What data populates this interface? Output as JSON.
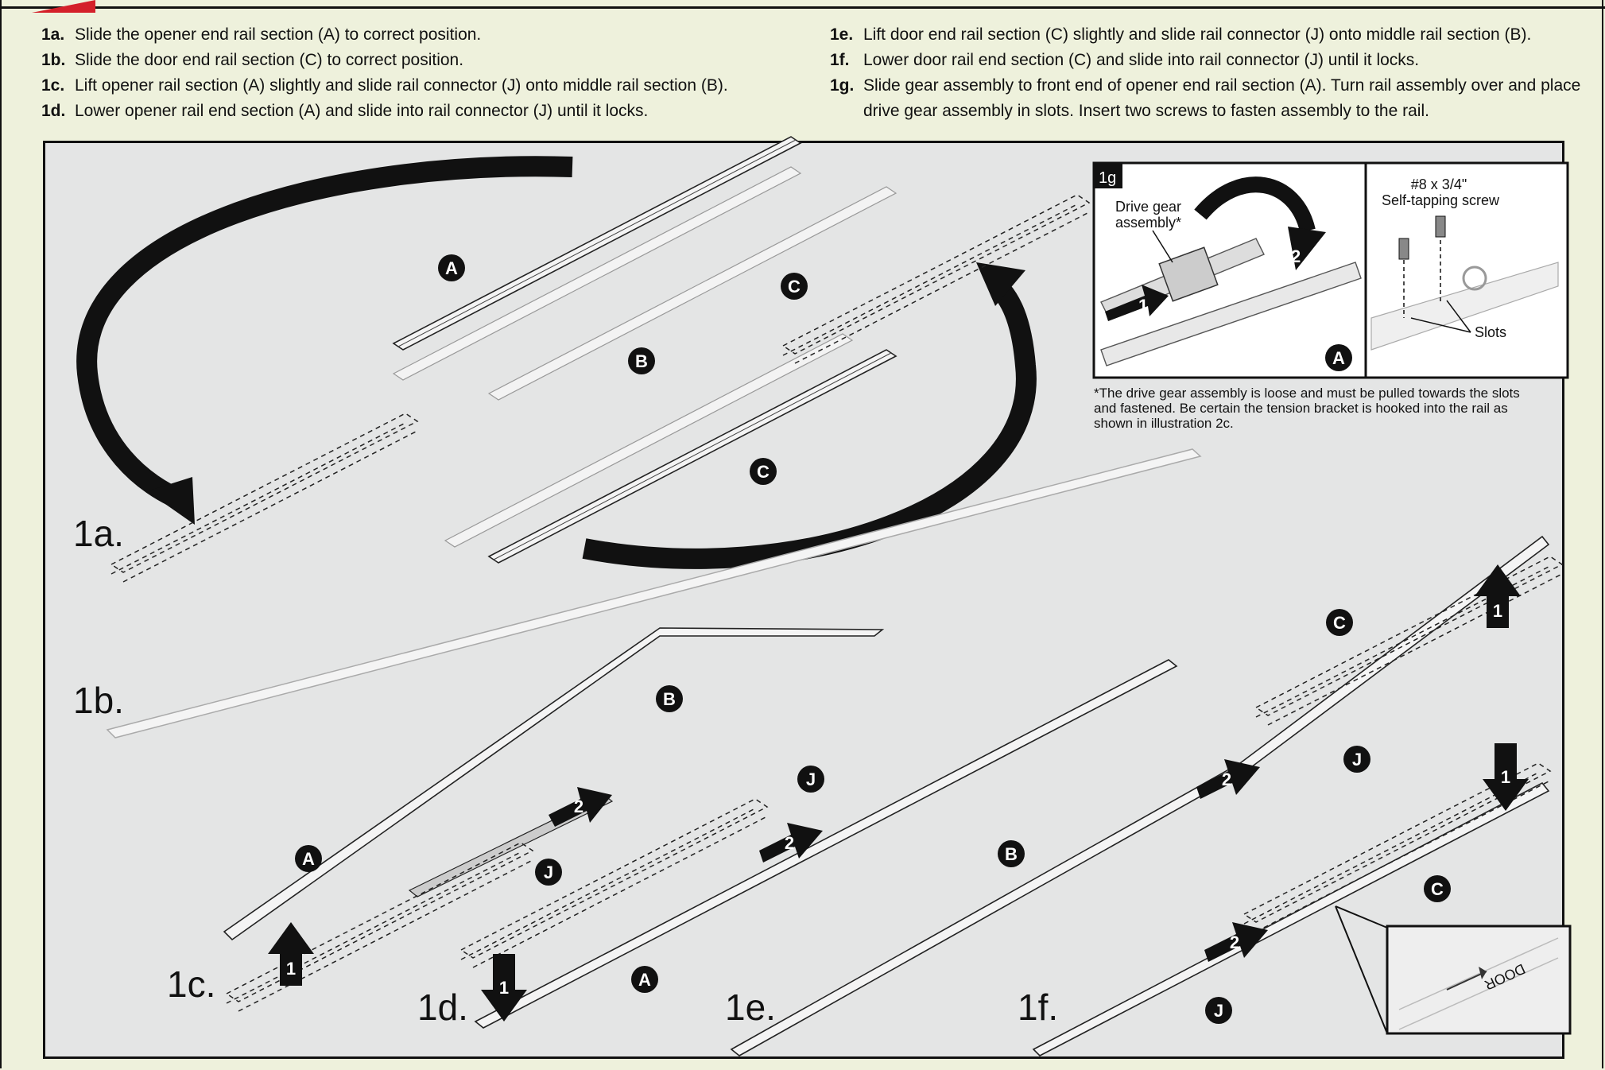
{
  "steps_left": [
    {
      "num": "1a.",
      "text": "Slide the opener end rail section (A) to correct position."
    },
    {
      "num": "1b.",
      "text": "Slide the door end rail section (C) to correct position."
    },
    {
      "num": "1c.",
      "text": "Lift opener rail section (A) slightly and slide rail connector (J) onto middle rail section (B)."
    },
    {
      "num": "1d.",
      "text": "Lower opener rail end section (A) and slide into rail connector (J) until it locks."
    }
  ],
  "steps_right": [
    {
      "num": "1e.",
      "text": "Lift door end rail section (C) slightly and slide rail connector (J) onto middle rail section (B)."
    },
    {
      "num": "1f.",
      "text": "Lower door rail end section (C) and slide into rail connector (J) until it locks."
    },
    {
      "num": "1g.",
      "text": "Slide gear assembly to front end of opener end rail section (A). Turn rail assembly over and place drive gear assembly in slots. Insert two screws to fasten assembly to the rail."
    }
  ],
  "illustration": {
    "labels": {
      "s1a": "1a.",
      "s1b": "1b.",
      "s1c": "1c.",
      "s1d": "1d.",
      "s1e": "1e.",
      "s1f": "1f.",
      "s1g": "1g"
    },
    "callouts": {
      "A": "A",
      "B": "B",
      "C": "C",
      "J": "J"
    },
    "arrows": {
      "one": "1",
      "two": "2"
    },
    "inset": {
      "drive_gear_line1": "Drive gear",
      "drive_gear_line2": "assembly*",
      "screw_line1": "#8 x 3/4\"",
      "screw_line2": "Self-tapping screw",
      "slots": "Slots"
    },
    "door_label": "DOOR",
    "footnote_mark": "*",
    "footnote": "The drive gear assembly is loose and must be pulled towards the slots and fastened. Be certain the tension bracket is hooked into the rail as shown in illustration 2c."
  }
}
